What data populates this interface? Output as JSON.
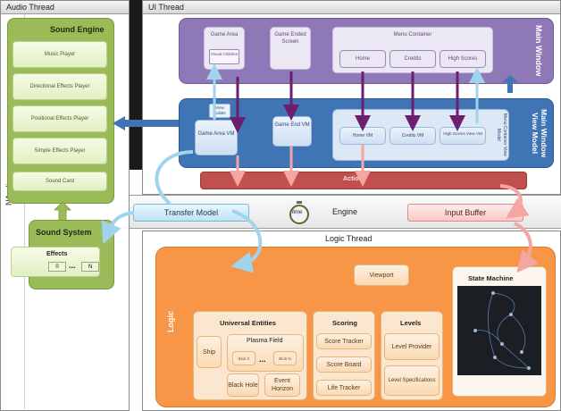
{
  "audio_thread": {
    "title": "Audio Thread",
    "naudio_label": "NAudio",
    "sound_engine": {
      "title": "Sound Engine",
      "items": [
        "Music Player",
        "Directional Effects Player",
        "Positional Effects Player",
        "Simple Effects Player"
      ],
      "sound_card": "Sound Card"
    },
    "sound_system": {
      "title": "Sound System",
      "effects_label": "Effects",
      "effect_first": "0",
      "ellipsis": "...",
      "effect_last": "N"
    }
  },
  "ui_thread": {
    "title": "UI Thread",
    "main_window": {
      "label": "Main Window",
      "game_area": "Game Area",
      "visual_children": "Visual Children",
      "game_ended_screen": "Game Ended Screen",
      "menu_container": "Menu Container",
      "menu_items": [
        "Home",
        "Credits",
        "High Scores"
      ]
    },
    "view_model": {
      "label": "Main Window View Model",
      "view_builder": "View Builder",
      "game_area_vm": "Game Area VM",
      "game_end_vm": "Game End VM",
      "menu_container_vm": "Menu Container View Model",
      "menu_vms": [
        "Home VM",
        "Credits VM",
        "High Scores View VM"
      ]
    },
    "actions": "Actions"
  },
  "engine_bar": {
    "transfer_model": "Transfer Model",
    "timer": "time",
    "engine": "Engine",
    "input_buffer": "Input Buffer"
  },
  "logic_thread": {
    "title": "Logic Thread",
    "logic_label": "Logic",
    "viewport": "Viewport",
    "universal_entities": {
      "title": "Universal Entities",
      "ship": "Ship",
      "plasma_field": "Plasma Field",
      "blob_first": "Blob 0",
      "ellipsis": "...",
      "blob_last": "Blob N",
      "black_hole": "Black Hole",
      "event_horizon": "Event Horizon"
    },
    "scoring": {
      "title": "Scoring",
      "items": [
        "Score Tracker",
        "Score Board",
        "Life Tracker"
      ]
    },
    "levels": {
      "title": "Levels",
      "items": [
        "Level Provider",
        "Level Specifications"
      ]
    },
    "state_machine": "State Machine"
  },
  "colors": {
    "purple": "#8f78b8",
    "blue": "#3f74b5",
    "red": "#c0504d",
    "green": "#9bbb59",
    "orange": "#f79646",
    "dark_purple": "#6b1f6e"
  }
}
